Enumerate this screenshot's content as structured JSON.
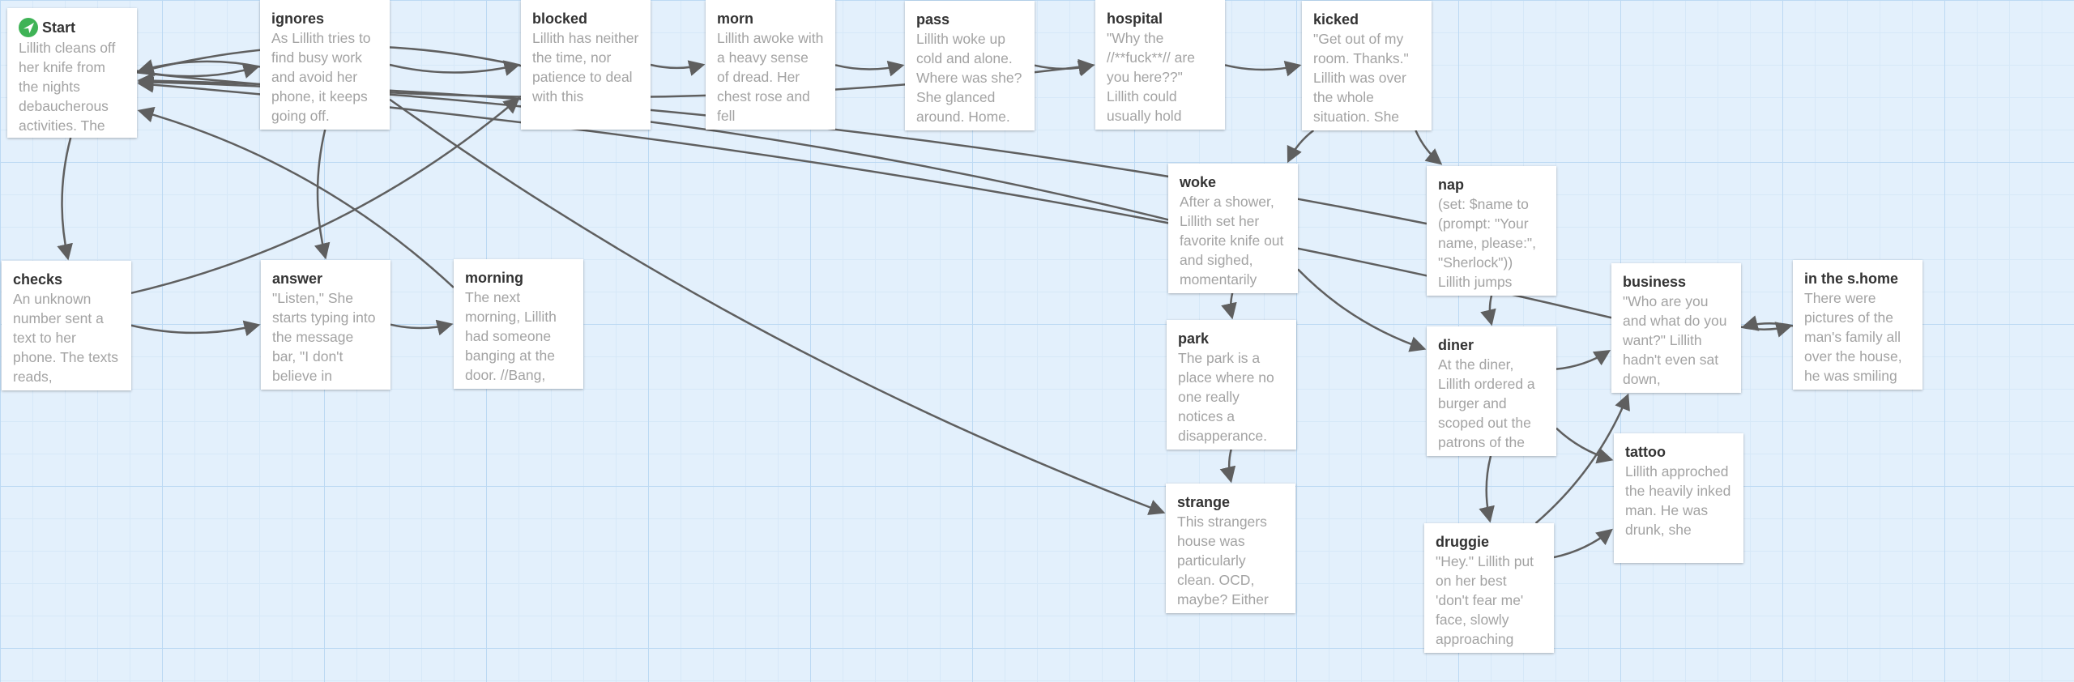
{
  "passages": [
    {
      "id": "start",
      "title": "Start",
      "start": true,
      "icon": "rocket-icon",
      "excerpt": "Lillith cleans off her knife from the nights debaucherous activities. The"
    },
    {
      "id": "ignores",
      "title": "ignores",
      "excerpt": "As Lillith tries to find busy work and avoid her phone, it keeps going off."
    },
    {
      "id": "blocked",
      "title": "blocked",
      "excerpt": "Lillith has neither the time, nor patience to deal with this"
    },
    {
      "id": "morn",
      "title": "morn",
      "excerpt": "Lillith awoke with a heavy sense of dread. Her chest rose and fell"
    },
    {
      "id": "pass",
      "title": "pass",
      "excerpt": "Lillith woke up cold and alone. Where was she? She glanced around. Home."
    },
    {
      "id": "hospital",
      "title": "hospital",
      "excerpt": "\"Why the //**fuck**// are you here??\" Lillith could usually hold"
    },
    {
      "id": "kicked",
      "title": "kicked",
      "excerpt": "\"Get out of my room. Thanks.\" Lillith was over the whole situation. She"
    },
    {
      "id": "checks",
      "title": "checks",
      "excerpt": "An unknown number sent a text to her phone. The texts reads,"
    },
    {
      "id": "answer",
      "title": "answer",
      "excerpt": "\"Listen,\" She starts typing into the message bar, \"I don't believe in"
    },
    {
      "id": "morning",
      "title": "morning",
      "excerpt": "The next morning, Lillith had someone banging at the door. //Bang,"
    },
    {
      "id": "woke",
      "title": "woke",
      "excerpt": "After a shower, Lillith set her favorite knife out and sighed, momentarily"
    },
    {
      "id": "park",
      "title": "park",
      "excerpt": "The park is a place where no one really notices a disapperance."
    },
    {
      "id": "strange",
      "title": "strange",
      "excerpt": "This strangers house was particularly clean. OCD, maybe? Either"
    },
    {
      "id": "nap",
      "title": "nap",
      "excerpt": "(set: $name to (prompt: \"Your name, please:\", \"Sherlock\")) Lillith jumps"
    },
    {
      "id": "diner",
      "title": "diner",
      "excerpt": "At the diner, Lillith ordered a burger and scoped out the patrons of the"
    },
    {
      "id": "druggie",
      "title": "druggie",
      "excerpt": "\"Hey.\" Lillith put on her best 'don't fear me' face, slowly approaching"
    },
    {
      "id": "business",
      "title": "business",
      "excerpt": "\"Who are you and what do you want?\" Lillith hadn't even sat down,"
    },
    {
      "id": "tattoo",
      "title": "tattoo",
      "excerpt": "Lillith approched the heavily inked man. He was drunk, she"
    },
    {
      "id": "shome",
      "title": "in the s.home",
      "excerpt": "There were pictures of the man's family all over the house, he was smiling"
    }
  ],
  "links": [
    [
      "start",
      "checks"
    ],
    [
      "start",
      "ignores"
    ],
    [
      "checks",
      "answer"
    ],
    [
      "ignores",
      "answer"
    ],
    [
      "answer",
      "morning"
    ],
    [
      "morning",
      "start"
    ],
    [
      "checks",
      "blocked"
    ],
    [
      "ignores",
      "start"
    ],
    [
      "blocked",
      "start"
    ],
    [
      "woke",
      "start"
    ],
    [
      "ignores",
      "blocked"
    ],
    [
      "blocked",
      "morn"
    ],
    [
      "morn",
      "pass"
    ],
    [
      "pass",
      "hospital"
    ],
    [
      "start",
      "hospital"
    ],
    [
      "hospital",
      "kicked"
    ],
    [
      "kicked",
      "woke"
    ],
    [
      "kicked",
      "nap"
    ],
    [
      "nap",
      "start"
    ],
    [
      "ignores",
      "strange"
    ],
    [
      "woke",
      "park"
    ],
    [
      "park",
      "strange"
    ],
    [
      "woke",
      "diner"
    ],
    [
      "nap",
      "diner"
    ],
    [
      "diner",
      "business"
    ],
    [
      "diner",
      "tattoo"
    ],
    [
      "diner",
      "druggie"
    ],
    [
      "druggie",
      "business"
    ],
    [
      "druggie",
      "tattoo"
    ],
    [
      "business",
      "shome"
    ],
    [
      "shome",
      "business"
    ],
    [
      "business",
      "start"
    ]
  ],
  "colors": {
    "arrow": "#5f5f5f",
    "start_badge": "#3fb356",
    "grid": "#bcd9f3",
    "background": "#e3f0fc"
  }
}
